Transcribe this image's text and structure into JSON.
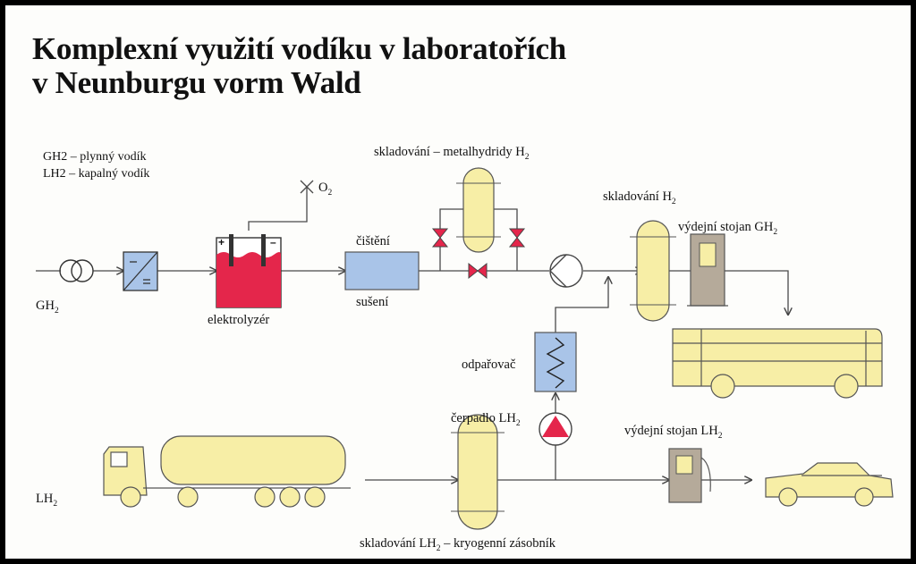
{
  "title": {
    "line1": "Komplexní využití vodíku v laboratořích",
    "line2": "v Neunburgu vorm Wald"
  },
  "legend": {
    "gh2": "GH2 – plynný vodík",
    "lh2": "LH2 – kapalný vodík"
  },
  "labels": {
    "gh2_input": "GH",
    "gh2_sub": "2",
    "lh2_input": "LH",
    "lh2_sub": "2",
    "o2": "O",
    "o2_sub": "2",
    "electrolyzer": "elektrolyzér",
    "cleaning": "čištění",
    "drying": "sušení",
    "metal_hydride": "skladování – metalhydridy H",
    "metal_hydride_sub": "2",
    "storage_h2": "skladování H",
    "storage_h2_sub": "2",
    "dispenser_gh2": "výdejní stojan GH",
    "dispenser_gh2_sub": "2",
    "evaporator": "odpařovač",
    "pump_lh2": "čerpadlo LH",
    "pump_lh2_sub": "2",
    "dispenser_lh2": "výdejní stojan LH",
    "dispenser_lh2_sub": "2",
    "cryo_storage_a": "skladování LH",
    "cryo_storage_sub": "2",
    "cryo_storage_b": " – kryogenní zásobník"
  },
  "colors": {
    "yellow": "#f7eea6",
    "red": "#e4264b",
    "blue": "#a9c4e8",
    "gray": "#b5aa9a",
    "line": "#4a4a4a"
  }
}
